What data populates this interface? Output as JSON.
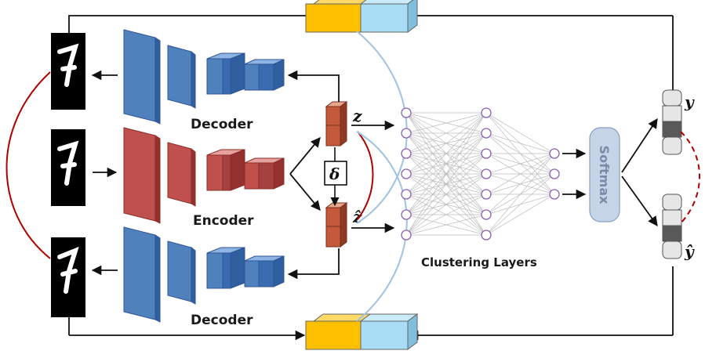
{
  "labels": {
    "decoder_top": "Decoder",
    "encoder": "Encoder",
    "decoder_bottom": "Decoder",
    "clustering": "Clustering Layers",
    "softmax": "Softmax"
  },
  "symbols": {
    "z": "z",
    "z_hat": "ẑ",
    "delta": "δ",
    "y": "y",
    "y_hat": "ŷ"
  },
  "colors": {
    "decoder_blue": "#4f81bd",
    "encoder_red": "#c0504d",
    "latent_orange": "#c55a3b",
    "queue_yellow": "#ffc000",
    "queue_cyan": "#a9dcf5",
    "softmax_box": "#c6d4e8",
    "neuron_stroke": "#8b5fb5",
    "red_curve": "#b00000",
    "blue_curve": "#9fc2e2"
  },
  "network": {
    "layer_sizes": [
      7,
      7,
      3
    ]
  },
  "icons": [
    "digit-seven-image",
    "one-hot-vector"
  ]
}
